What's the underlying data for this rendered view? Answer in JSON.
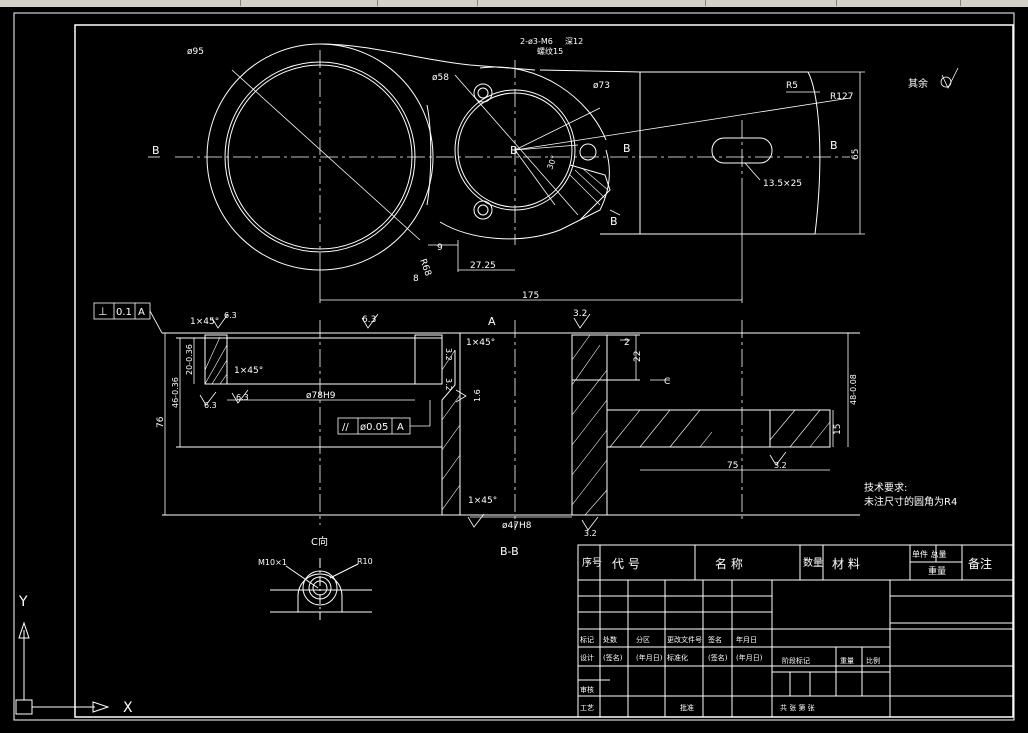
{
  "toolbar": {
    "tabs": [
      "",
      "",
      "",
      "",
      "",
      ""
    ]
  },
  "drawing": {
    "dims": {
      "d95": "ø95",
      "holes": "2-ø3-M6",
      "holes2": "深12",
      "holes3": "螺纹15",
      "d58": "ø58",
      "d73": "ø73",
      "r5": "R5",
      "r127": "R127",
      "other": "其余",
      "slot": "13.5×25",
      "d65": "65",
      "a30": "30°",
      "r68": "R68",
      "d8": "8",
      "d9": "9",
      "d2725": "27.25",
      "d175": "175",
      "sec_b": "B",
      "sec_a": "A",
      "sec_c": "C",
      "perp_sym": "⊥",
      "perp_val": "0.1",
      "perp_ref": "A",
      "ch1": "1×45°",
      "ch2": "1×45°",
      "ch3": "1×45°",
      "ch4": "1×45°",
      "r63a": "6.3",
      "r63b": "6.3",
      "r63c": "6.3",
      "r63d": "6.3",
      "r32a": "3.2",
      "r32b": "3.2",
      "r32c": "3.2",
      "r16": "1.6",
      "r32d": "3.2",
      "r32e": "3.2",
      "d2036": "20-0.36",
      "d4636": "46-0.36",
      "d76": "76",
      "d78": "ø78H9",
      "par_sym": "//",
      "par_val": "ø0.05",
      "par_ref": "A",
      "d2": "2",
      "d22": "22",
      "d48": "48-0.08",
      "d15": "15",
      "d75": "75",
      "d47": "ø47H8",
      "bb": "B-B",
      "c_view": "C向",
      "m10": "M10×1",
      "r10": "R10",
      "tech_title": "技术要求:",
      "tech_line": "未注尺寸的圆角为R4",
      "axis_y": "Y",
      "axis_x": "X"
    },
    "titleblock": {
      "seq": "序号",
      "code": "代  号",
      "name": "名  称",
      "qty": "数量",
      "material": "材  料",
      "unit_weight": "单件 总量",
      "weight": "重量",
      "note": "备注",
      "r1": [
        "标记",
        "处数",
        "分区",
        "更改文件号",
        "签名",
        "年月日"
      ],
      "r2": [
        "设计",
        "(签名)",
        "(年月日)",
        "标准化",
        "(签名)",
        "(年月日)"
      ],
      "stage": "阶段标记",
      "wt": "重量",
      "scale": "比例",
      "check": "审核",
      "craft": "工艺",
      "approve": "批准",
      "sheets": "共  张  第  张"
    }
  }
}
